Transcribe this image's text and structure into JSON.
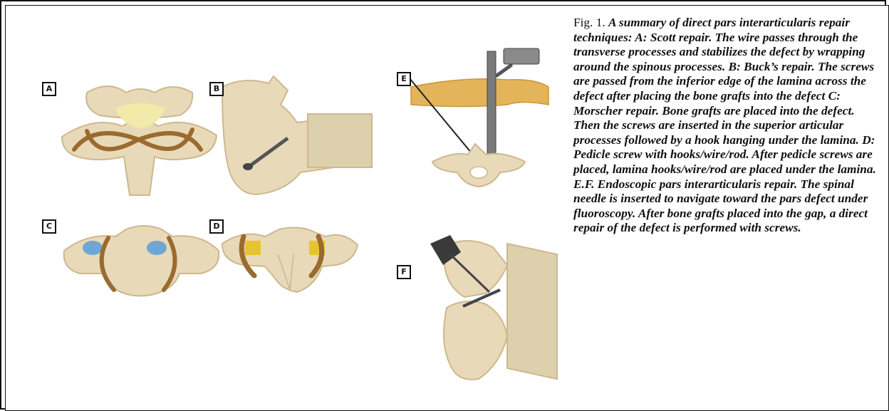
{
  "figure": {
    "panel_labels": [
      "A",
      "B",
      "C",
      "D",
      "E",
      "F"
    ],
    "colors": {
      "bone": "#e8d9b8",
      "bone_shade": "#cdb88f",
      "wire": "#9b6a2e",
      "graft_yellow": "#f1eaa8",
      "graft_blue": "#6fa6d6",
      "hook_yellow": "#e8c42c",
      "soft_tissue": "#e3b45a",
      "instrument": "#7a7a7a"
    }
  },
  "caption": {
    "lead": "Fig. 1.",
    "text": "A summary of direct pars interarticularis repair techniques: A: Scott repair. The wire passes through the transverse processes and stabilizes the defect by wrapping around the spinous processes. B: Buck’s repair. The screws are passed from the inferior edge of the lamina across the defect after placing the bone grafts into the defect C: Morscher repair. Bone grafts are placed into the defect. Then the screws are inserted in the superior articular processes followed by a hook hanging under the lamina. D: Pedicle screw with hooks/wire/rod. After pedicle screws are placed, lamina hooks/wire/rod are placed under the lamina. E.F. Endoscopic pars interarticularis repair. The spinal needle is inserted to navigate toward the pars defect under fluoroscopy. After bone grafts placed into the gap, a direct repair of the defect is performed with screws."
  }
}
